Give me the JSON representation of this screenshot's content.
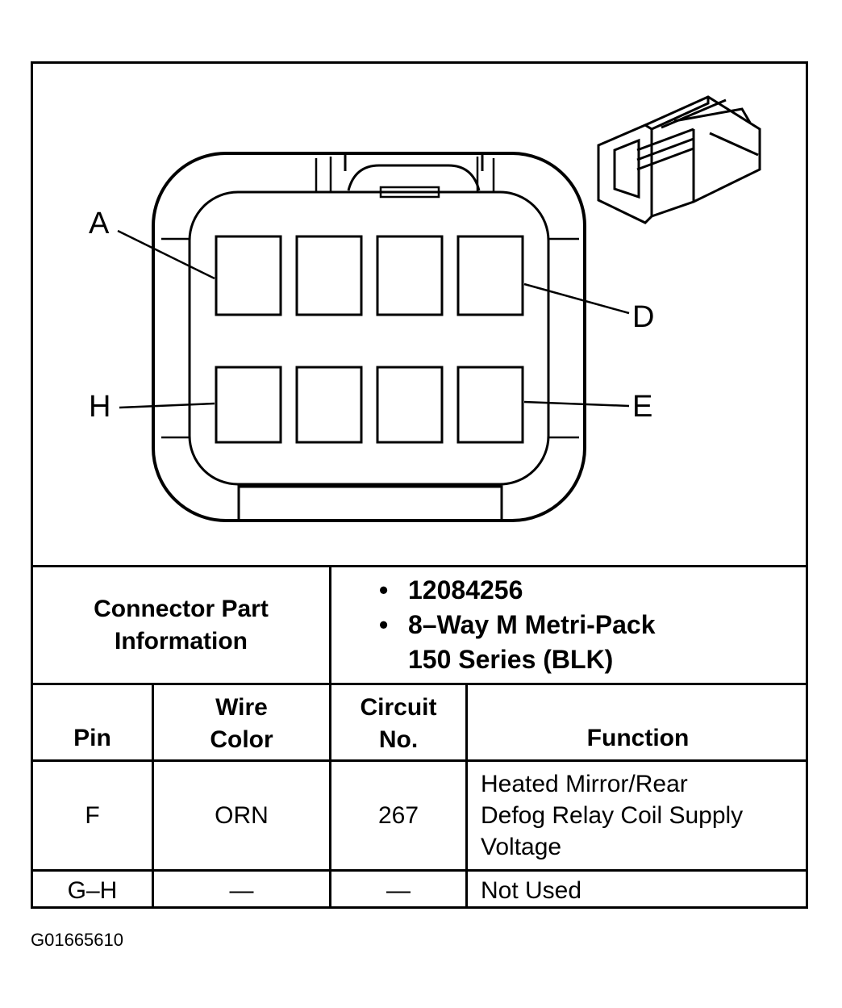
{
  "diagram": {
    "pin_labels": [
      "A",
      "D",
      "H",
      "E"
    ]
  },
  "part_info": {
    "label": "Connector Part Information",
    "label_line1": "Connector Part",
    "label_line2": "Information",
    "bullet_char": "•",
    "items": [
      {
        "line1": "12084256",
        "line2": ""
      },
      {
        "line1": "8–Way M Metri-Pack",
        "line2": "150 Series (BLK)"
      }
    ]
  },
  "table": {
    "headers": {
      "pin": "Pin",
      "wire_color_line1": "Wire",
      "wire_color_line2": "Color",
      "circuit_line1": "Circuit",
      "circuit_line2": "No.",
      "function": "Function"
    },
    "rows": [
      {
        "pin": "F",
        "wire_color": "ORN",
        "circuit": "267",
        "function_lines": [
          "Heated Mirror/Rear",
          "Defog Relay Coil Supply",
          "Voltage"
        ]
      },
      {
        "pin": "G–H",
        "wire_color": "—",
        "circuit": "—",
        "function_lines": [
          "Not Used"
        ]
      }
    ]
  },
  "figure_id": "G01665610"
}
